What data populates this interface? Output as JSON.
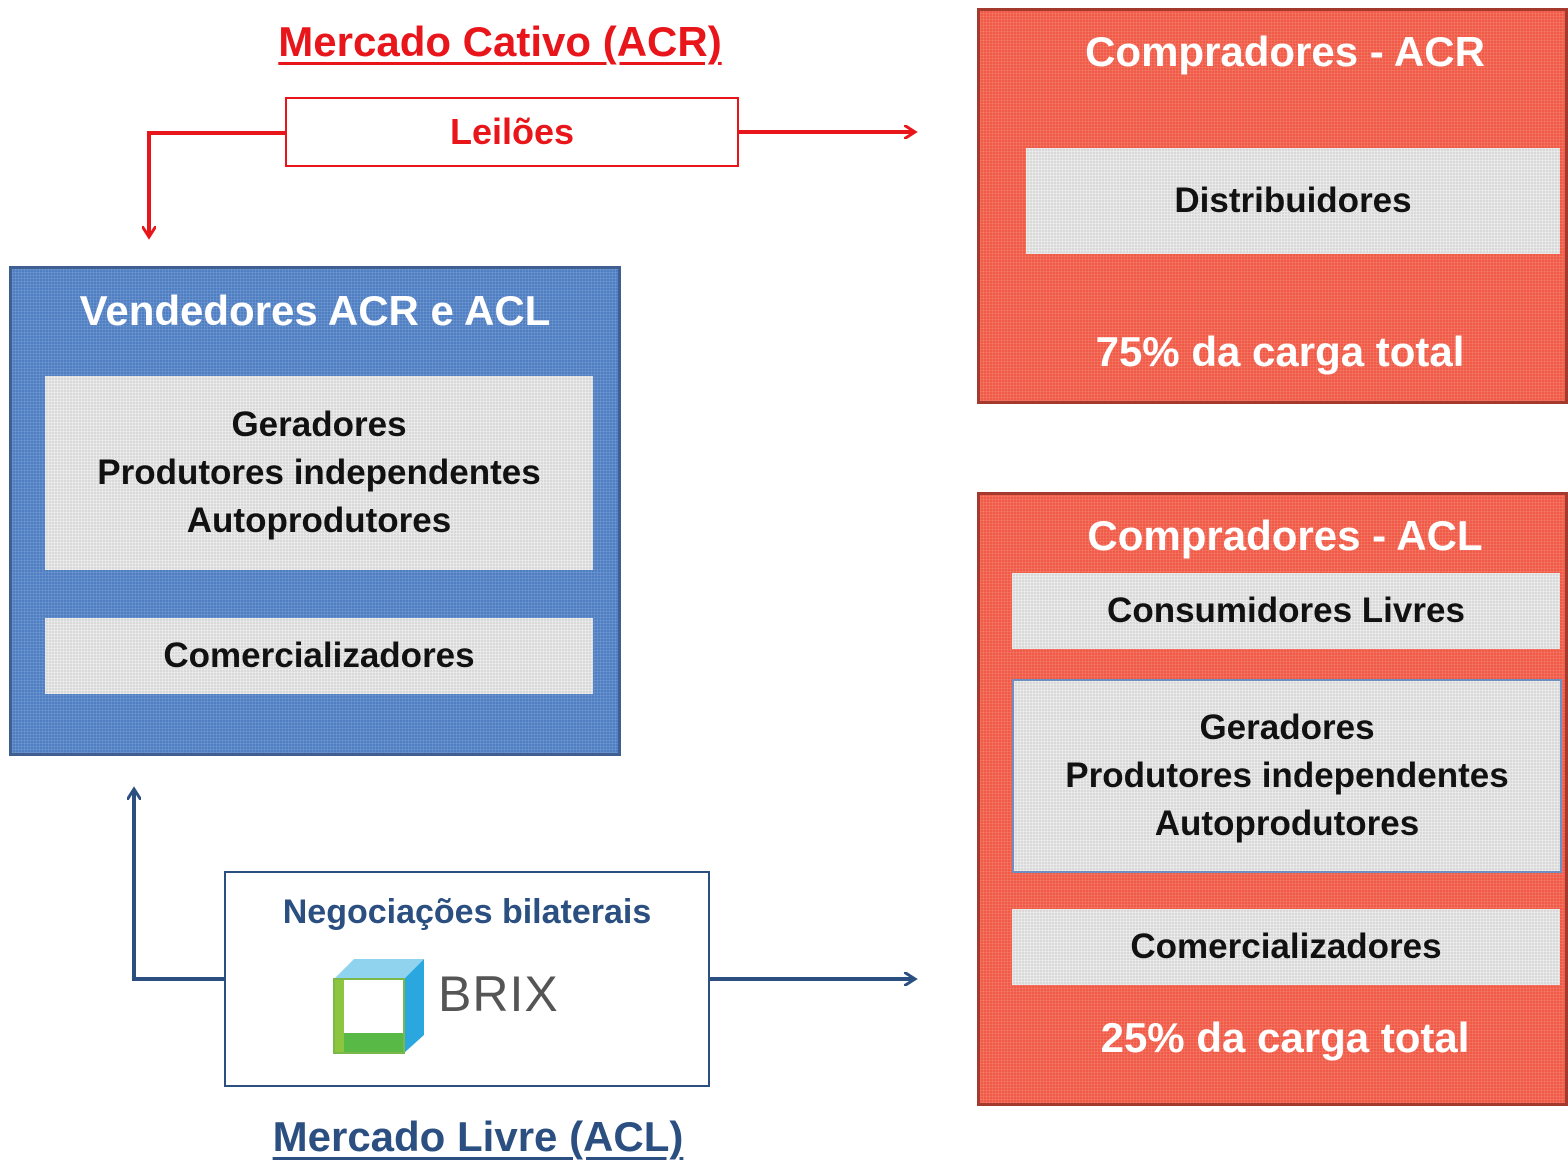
{
  "acr": {
    "title": "Mercado Cativo (ACR)",
    "auction_label": "Leilões",
    "color": "#e8161b"
  },
  "acl": {
    "title": "Mercado Livre (ACL)",
    "negotiation_label": "Negociações bilaterais",
    "logo_text": "BRIX",
    "color": "#2b4f80"
  },
  "sellers": {
    "title": "Vendedores ACR e ACL",
    "group1": [
      "Geradores",
      "Produtores independentes",
      "Autoprodutores"
    ],
    "group2": "Comercializadores"
  },
  "buyers_acr": {
    "title": "Compradores - ACR",
    "item": "Distribuidores",
    "share": "75% da carga total"
  },
  "buyers_acl": {
    "title": "Compradores - ACL",
    "item1": "Consumidores Livres",
    "group2": [
      "Geradores",
      "Produtores independentes",
      "Autoprodutores"
    ],
    "item3": "Comercializadores",
    "share": "25% da carga total"
  }
}
